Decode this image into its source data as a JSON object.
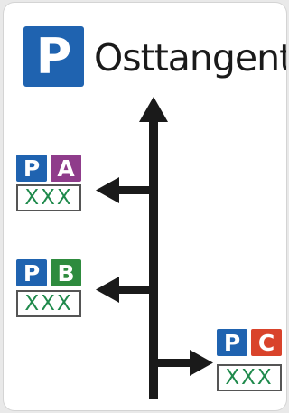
{
  "header": {
    "parking_symbol": "P",
    "title": "Osttangente"
  },
  "destinations": [
    {
      "parking_symbol": "P",
      "letter": "A",
      "letter_color": "#8f3c8b",
      "label": "XXX",
      "direction": "left"
    },
    {
      "parking_symbol": "P",
      "letter": "B",
      "letter_color": "#2e8b3e",
      "label": "XXX",
      "direction": "left"
    },
    {
      "parking_symbol": "P",
      "letter": "C",
      "letter_color": "#d9432b",
      "label": "XXX",
      "direction": "right"
    }
  ],
  "colors": {
    "parking_blue": "#1f63b0",
    "label_text_green": "#1f8a4c",
    "arrow": "#1a1a1a"
  }
}
